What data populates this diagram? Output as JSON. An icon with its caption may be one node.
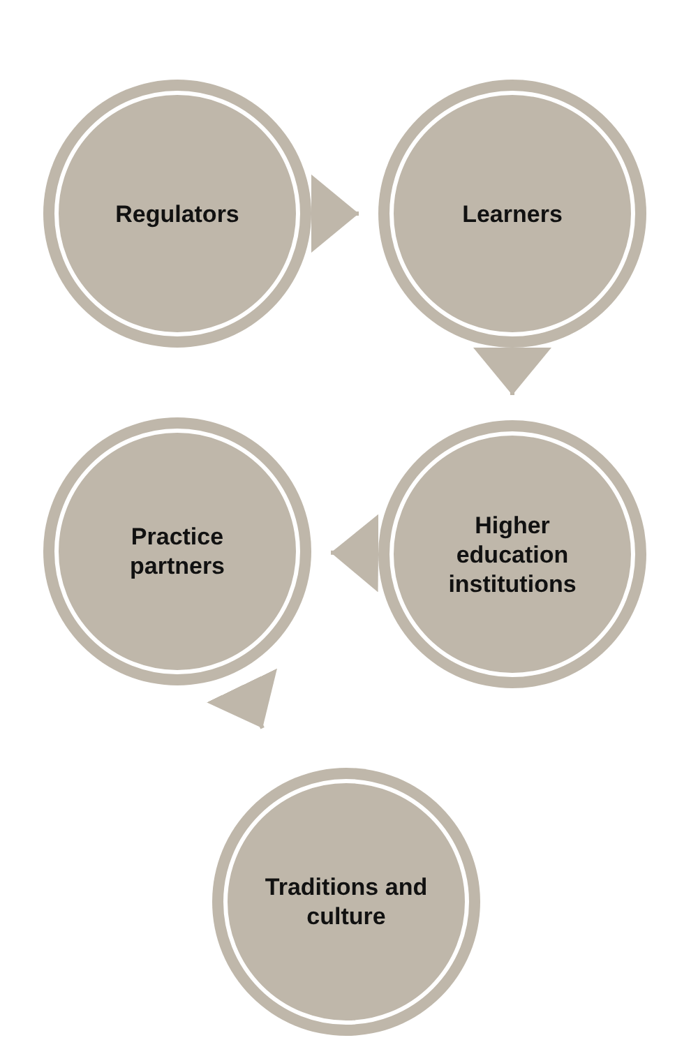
{
  "diagram": {
    "nodes": [
      {
        "text": [
          "Regulators"
        ]
      },
      {
        "text": [
          "Learners"
        ]
      },
      {
        "text": [
          "Higher education institutions"
        ]
      },
      {
        "text": [
          "Practice partners"
        ]
      },
      {
        "text": [
          "Traditions and culture"
        ]
      }
    ],
    "edges": [
      {
        "from": 0,
        "to": 1,
        "arrow": "to"
      },
      {
        "from": 1,
        "to": 2,
        "arrow": "to"
      },
      {
        "from": 2,
        "to": 3,
        "arrow": "to"
      },
      {
        "from": 3,
        "to": 4,
        "arrow": "to"
      }
    ]
  }
}
